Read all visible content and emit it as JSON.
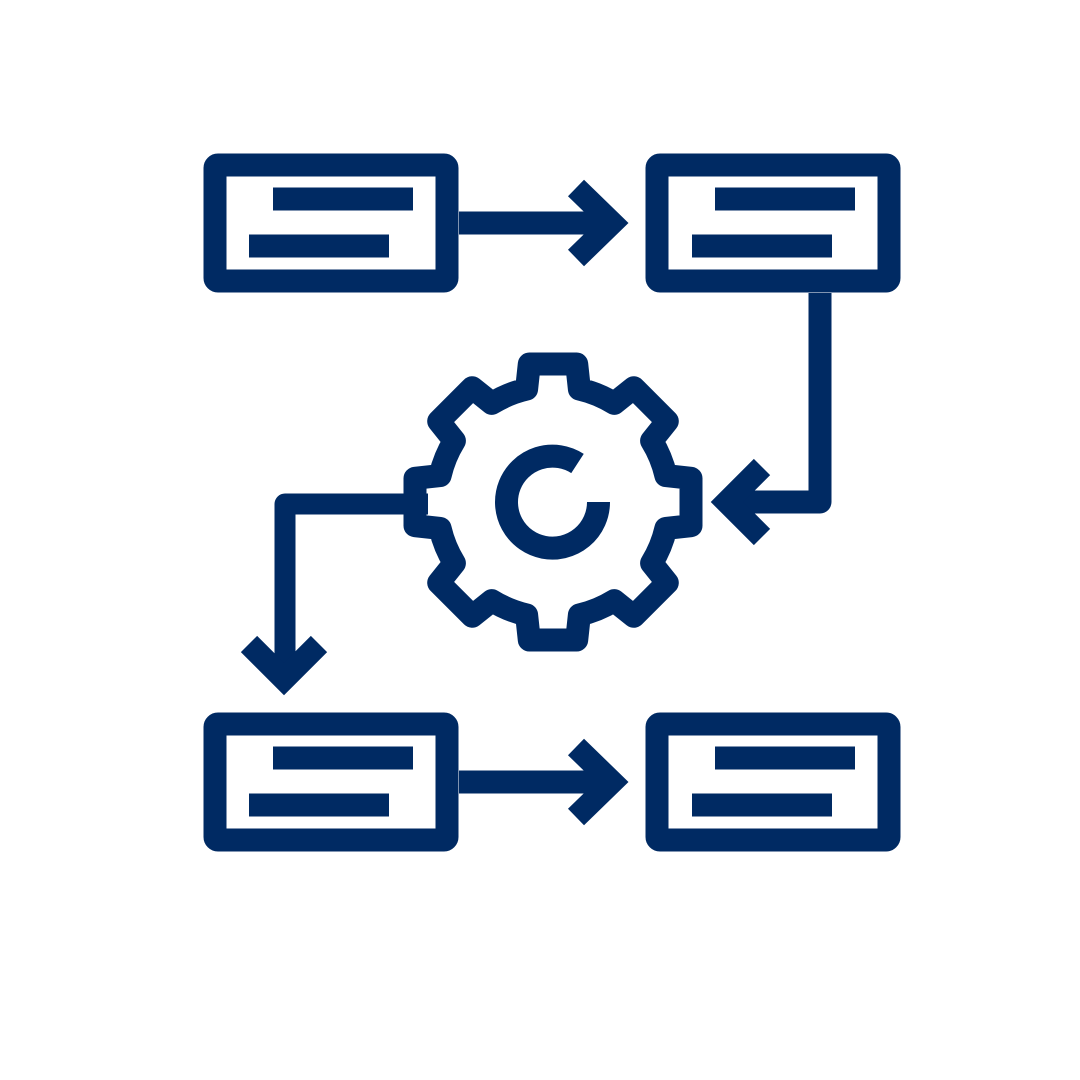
{
  "colors": {
    "stroke": "#002A63",
    "background": "#FFFFFF"
  },
  "icon": {
    "name": "process-workflow-icon",
    "nodes": [
      {
        "id": "doc-top-left",
        "kind": "document-box",
        "lines": 2
      },
      {
        "id": "doc-top-right",
        "kind": "document-box",
        "lines": 2
      },
      {
        "id": "doc-bottom-left",
        "kind": "document-box",
        "lines": 2
      },
      {
        "id": "doc-bottom-right",
        "kind": "document-box",
        "lines": 2
      },
      {
        "id": "center-gear",
        "kind": "gear",
        "inner": "refresh-arc"
      }
    ],
    "flow": [
      {
        "from": "doc-top-left",
        "to": "doc-top-right",
        "arrow": "right-arrow"
      },
      {
        "from": "doc-top-right",
        "to": "center-gear",
        "arrow": "left-arrow"
      },
      {
        "from": "center-gear",
        "to": "doc-bottom-left",
        "arrow": "down-arrow"
      },
      {
        "from": "doc-bottom-left",
        "to": "doc-bottom-right",
        "arrow": "right-arrow"
      }
    ]
  }
}
